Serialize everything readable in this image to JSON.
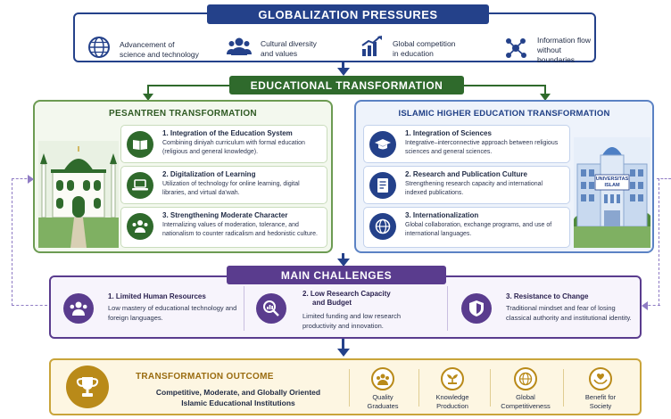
{
  "globalization": {
    "title": "GLOBALIZATION PRESSURES",
    "items": [
      {
        "icon": "globe-icon",
        "label_line1": "Advancement of",
        "label_line2": "science and technology"
      },
      {
        "icon": "people-icon",
        "label_line1": "Cultural diversity",
        "label_line2": "and values"
      },
      {
        "icon": "growth-chart-icon",
        "label_line1": "Global competition",
        "label_line2": "in education"
      },
      {
        "icon": "network-icon",
        "label_line1": "Information flow",
        "label_line2": "without boundaries"
      }
    ]
  },
  "educational": {
    "title": "EDUCATIONAL TRANSFORMATION"
  },
  "pesantren": {
    "title": "PESANTREN TRANSFORMATION",
    "items": [
      {
        "icon": "book-icon",
        "heading": "1. Integration of the Education System",
        "desc": "Combining diniyah curriculum with formal education (religious and general knowledge)."
      },
      {
        "icon": "laptop-icon",
        "heading": "2. Digitalization of Learning",
        "desc": "Utilization of technology for online learning, digital libraries, and virtual da'wah."
      },
      {
        "icon": "community-icon",
        "heading": "3. Strengthening Moderate Character",
        "desc": "Internalizing values of moderation, tolerance, and nationalism to counter radicalism and hedonistic culture."
      }
    ]
  },
  "higher_ed": {
    "title": "ISLAMIC HIGHER EDUCATION TRANSFORMATION",
    "building_sign_line1": "UNIVERSITAS",
    "building_sign_line2": "ISLAM",
    "items": [
      {
        "icon": "graduation-cap-icon",
        "heading": "1. Integration of Sciences",
        "desc": "Integrative–interconnective approach between religious sciences and general sciences."
      },
      {
        "icon": "research-document-icon",
        "heading": "2. Research and Publication Culture",
        "desc": "Strengthening research capacity and international indexed publications."
      },
      {
        "icon": "globe-icon",
        "heading": "3. Internationalization",
        "desc": "Global collaboration, exchange programs, and use of international languages."
      }
    ]
  },
  "challenges": {
    "title": "MAIN CHALLENGES",
    "items": [
      {
        "icon": "people-icon",
        "heading": "1. Limited Human Resources",
        "desc": "Low mastery of educational technology and foreign languages."
      },
      {
        "icon": "magnifier-chart-icon",
        "heading_line1": "2. Low Research Capacity",
        "heading_line2": "and Budget",
        "desc": "Limited funding and low research productivity and innovation."
      },
      {
        "icon": "shield-icon",
        "heading": "3. Resistance to Change",
        "desc": "Traditional mindset and fear of losing classical authority and institutional identity."
      }
    ]
  },
  "outcome": {
    "title": "TRANSFORMATION OUTCOME",
    "desc_line1": "Competitive, Moderate, and Globally Oriented",
    "desc_line2": "Islamic Educational Institutions",
    "benefits": [
      {
        "icon": "graduates-icon",
        "line1": "Quality",
        "line2": "Graduates"
      },
      {
        "icon": "knowledge-icon",
        "line1": "Knowledge",
        "line2": "Production"
      },
      {
        "icon": "globe-icon",
        "line1": "Global",
        "line2": "Competitiveness"
      },
      {
        "icon": "heart-hands-icon",
        "line1": "Benefit for",
        "line2": "Society"
      }
    ]
  },
  "colors": {
    "navy": "#24418a",
    "green": "#2f6a2c",
    "purple": "#5a3c8e",
    "gold": "#b98a19"
  }
}
